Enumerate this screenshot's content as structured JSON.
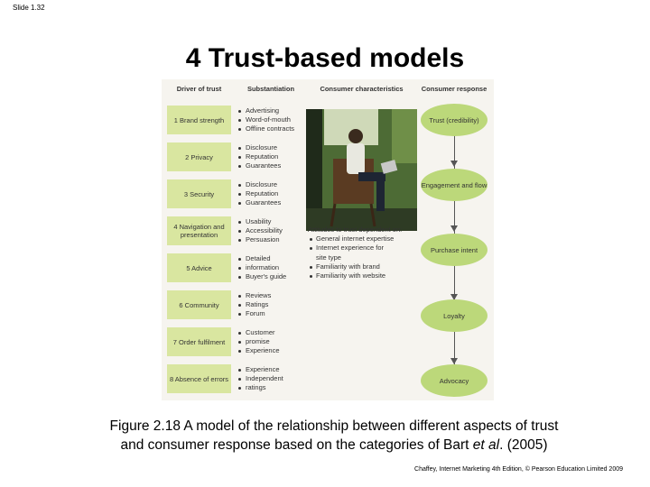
{
  "slide_number": "Slide 1.32",
  "title": "4 Trust-based models",
  "figure": {
    "headers": {
      "driver": "Driver of trust",
      "substantiation": "Substantiation",
      "consumer_characteristics": "Consumer characteristics",
      "consumer_response": "Consumer response"
    },
    "drivers": [
      {
        "label": "1 Brand strength",
        "items": [
          "Advertising",
          "Word-of-mouth",
          "Offline contracts"
        ]
      },
      {
        "label": "2 Privacy",
        "items": [
          "Disclosure",
          "Reputation",
          "Guarantees"
        ]
      },
      {
        "label": "3 Security",
        "items": [
          "Disclosure",
          "Reputation",
          "Guarantees"
        ]
      },
      {
        "label": "4 Navigation and presentation",
        "items": [
          "Usability",
          "Accessibility",
          "Persuasion"
        ]
      },
      {
        "label": "5 Advice",
        "items": [
          "Detailed",
          "information",
          "Buyer's guide"
        ]
      },
      {
        "label": "6 Community",
        "items": [
          "Reviews",
          "Ratings",
          "Forum"
        ]
      },
      {
        "label": "7 Order fulfilment",
        "items": [
          "Customer",
          "promise",
          "Experience"
        ]
      },
      {
        "label": "8 Absence of errors",
        "items": [
          "Experience",
          "Independent",
          "ratings"
        ]
      }
    ],
    "attitudes_lead": "Attitudes to trust dependent on:",
    "attitudes": [
      "General internet expertise",
      "Internet experience for",
      "site type",
      "Familiarity with brand",
      "Familiarity with website"
    ],
    "responses": [
      "Trust (credibility)",
      "Engagement and flow",
      "Purchase intent",
      "Loyalty",
      "Advocacy"
    ]
  },
  "caption": {
    "line1": "Figure 2.18  A model of the relationship between different aspects of trust",
    "line2_pre": "and consumer response based on the categories of Bart ",
    "line2_em": "et al",
    "line2_post": ". (2005)"
  },
  "credit": "Chaffey, Internet Marketing 4th Edition, © Pearson Education Limited 2009"
}
